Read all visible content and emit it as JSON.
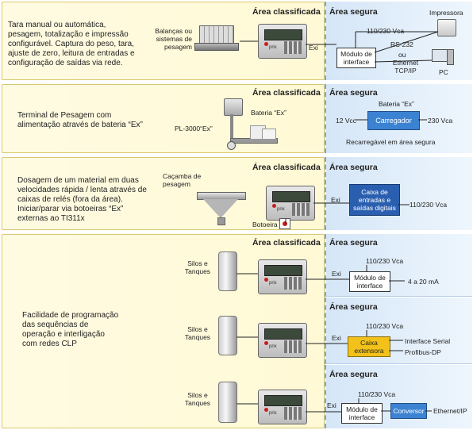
{
  "zones": {
    "classified": "Área classificada",
    "safe": "Área segura"
  },
  "rows": [
    {
      "description": "Tara manual ou automática, pesagem, totalização e impressão configurável. Captura do peso, tara, ajuste de zero, leitura de entradas e configuração de saídas via rede.",
      "scale_label": "Balanças ou sistemas de pesagem",
      "exi": "Exi",
      "module": "Módulo de interface",
      "power": "110/230 Vca",
      "printer": "Impressora",
      "rs232": "RS-232",
      "or": "ou",
      "ethernet": "Ethernet TCP/IP",
      "pc": "PC"
    },
    {
      "description": "Terminal de Pesagem com alimentação através de bateria “Ex”",
      "battery": "Bateria “Ex”",
      "pallet": "PL-3000“Ex”",
      "battery_safe": "Bateria “Ex”",
      "charger": "Carregador",
      "vcc": "12 Vcc",
      "vca": "230 Vca",
      "note": "Recarregável em área segura"
    },
    {
      "description": "Dosagem de um material em duas velocidades rápida / lenta através de caixas de relés (fora da área). Iniciar/parar via botoeiras “Ex” externas ao TI311x",
      "bucket": "Caçamba de pesagem",
      "button": "Botoeira",
      "exi": "Exi",
      "box": "Caixa de entradas e saídas digitais",
      "power": "110/230 Vca"
    },
    {
      "description": "Facilidade de programação das sequências de operação e interligação com redes CLP",
      "tanks": "Silos e Tanques",
      "sub": [
        {
          "exi": "Exi",
          "power": "110/230 Vca",
          "module": "Módulo de interface",
          "out": "4 a 20 mA"
        },
        {
          "exi": "Exi",
          "power": "110/230 Vca",
          "box": "Caixa extensora",
          "serial": "Interface Serial",
          "profibus": "Profibus-DP"
        },
        {
          "exi": "Exi",
          "power": "110/230 Vca",
          "module": "Módulo de interface",
          "converter": "Conversor",
          "out": "Ethernet/IP"
        }
      ]
    }
  ],
  "terminal_brand": "prix"
}
